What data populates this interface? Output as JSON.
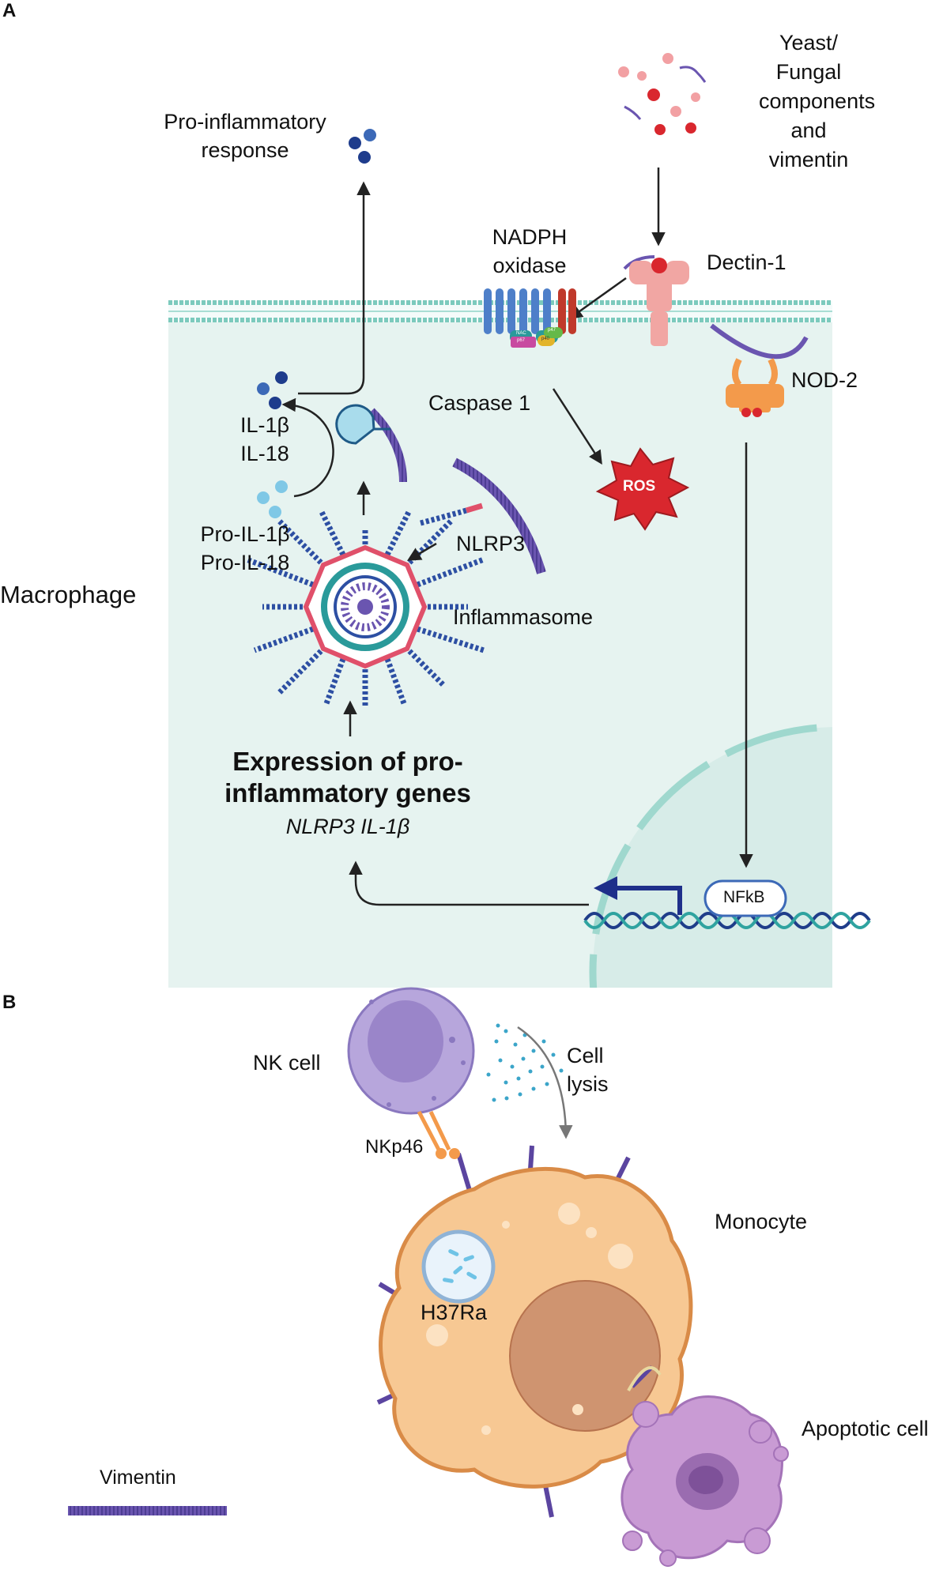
{
  "panel_a": {
    "letter": "A",
    "yeast_label": "Yeast/\nFungal\ncomponents\nand\nvimentin",
    "pro_inflammatory_response": "Pro-inflammatory\nresponse",
    "nadph_oxidase": "NADPH\noxidase",
    "nadph_subunits": [
      "NAC",
      "p67",
      "p47",
      "p40"
    ],
    "dectin1": "Dectin-1",
    "nod2": "NOD-2",
    "caspase1": "Caspase 1",
    "ros": "ROS",
    "il_mature": "IL-1β\nIL-18",
    "il_pro": "Pro-IL-1β\nPro-IL-18",
    "nlrp3": "NLRP3",
    "inflammasome": "Inflammasome",
    "macrophage": "Macrophage",
    "expression_title": "Expression of pro-\ninflammatory genes",
    "expression_genes": "NLRP3 IL-1β",
    "nfkb": "NFkB"
  },
  "panel_b": {
    "letter": "B",
    "nk_cell": "NK cell",
    "nkp46": "NKp46",
    "cell_lysis": "Cell\nlysis",
    "monocyte": "Monocyte",
    "h37ra": "H37Ra",
    "apoptotic_cell": "Apoptotic cell",
    "vimentin_legend": "Vimentin"
  },
  "colors": {
    "cell_bg": "#e6f3f0",
    "membrane": "#7ccabd",
    "vimentin": "#6a55b0",
    "ros": "#d9272e",
    "monocyte": "#f7c893",
    "nk": "#b7a6dc",
    "apoptotic": "#c99bd4",
    "arrow": "#222222",
    "nfkb_arrow": "#1e2f8a"
  }
}
